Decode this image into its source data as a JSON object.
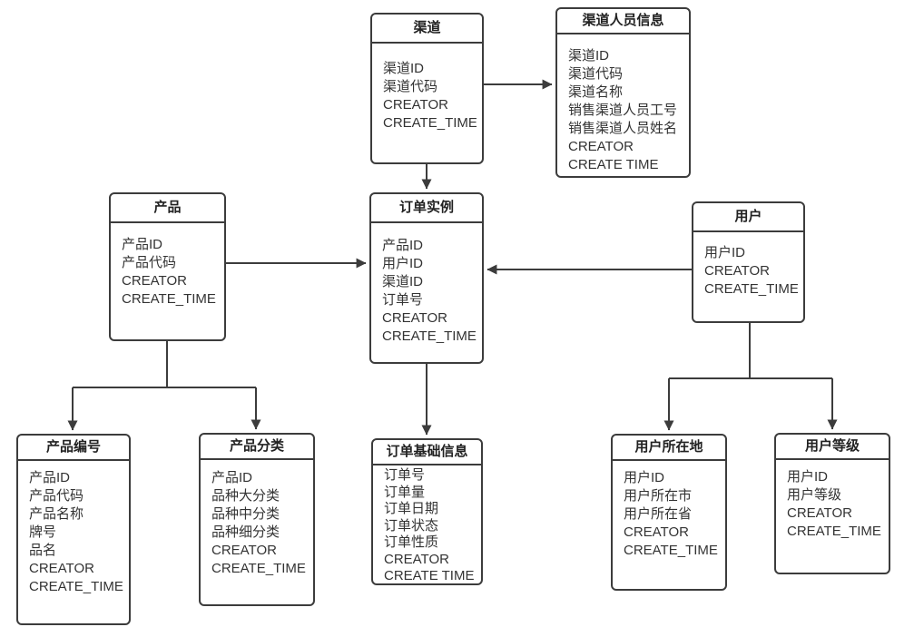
{
  "diagram_type": "entity-relationship",
  "colors": {
    "line": "#3c3c3c",
    "text": "#333333",
    "title_text": "#222222",
    "background": "#ffffff"
  },
  "entities": {
    "channel": {
      "title": "渠道",
      "fields": [
        "渠道ID",
        "渠道代码",
        "CREATOR",
        "CREATE_TIME"
      ]
    },
    "channel_staff": {
      "title": "渠道人员信息",
      "fields": [
        "渠道ID",
        "渠道代码",
        "渠道名称",
        "销售渠道人员工号",
        "销售渠道人员姓名",
        "CREATOR",
        "CREATE TIME"
      ]
    },
    "product": {
      "title": "产品",
      "fields": [
        "产品ID",
        "产品代码",
        "CREATOR",
        "CREATE_TIME"
      ]
    },
    "order_instance": {
      "title": "订单实例",
      "fields": [
        "产品ID",
        "用户ID",
        "渠道ID",
        "订单号",
        "CREATOR",
        "CREATE_TIME"
      ]
    },
    "user": {
      "title": "用户",
      "fields": [
        "用户ID",
        "CREATOR",
        "CREATE_TIME"
      ]
    },
    "product_number": {
      "title": "产品编号",
      "fields": [
        "产品ID",
        "产品代码",
        "产品名称",
        "牌号",
        "品名",
        "CREATOR",
        "CREATE_TIME"
      ]
    },
    "product_category": {
      "title": "产品分类",
      "fields": [
        "产品ID",
        "品种大分类",
        "品种中分类",
        "品种细分类",
        "CREATOR",
        "CREATE_TIME"
      ]
    },
    "order_basic": {
      "title": "订单基础信息",
      "fields": [
        "订单号",
        "订单量",
        "订单日期",
        "订单状态",
        "订单性质",
        "CREATOR",
        "CREATE TIME"
      ]
    },
    "user_location": {
      "title": "用户所在地",
      "fields": [
        "用户ID",
        "用户所在市",
        "用户所在省",
        "CREATOR",
        "CREATE_TIME"
      ]
    },
    "user_level": {
      "title": "用户等级",
      "fields": [
        "用户ID",
        "用户等级",
        "CREATOR",
        "CREATE_TIME"
      ]
    }
  },
  "relations": [
    {
      "from": "渠道",
      "to": "渠道人员信息"
    },
    {
      "from": "渠道",
      "to": "订单实例"
    },
    {
      "from": "产品",
      "to": "订单实例"
    },
    {
      "from": "用户",
      "to": "订单实例"
    },
    {
      "from": "订单实例",
      "to": "订单基础信息"
    },
    {
      "from": "产品",
      "to": "产品编号"
    },
    {
      "from": "产品",
      "to": "产品分类"
    },
    {
      "from": "用户",
      "to": "用户所在地"
    },
    {
      "from": "用户",
      "to": "用户等级"
    }
  ]
}
